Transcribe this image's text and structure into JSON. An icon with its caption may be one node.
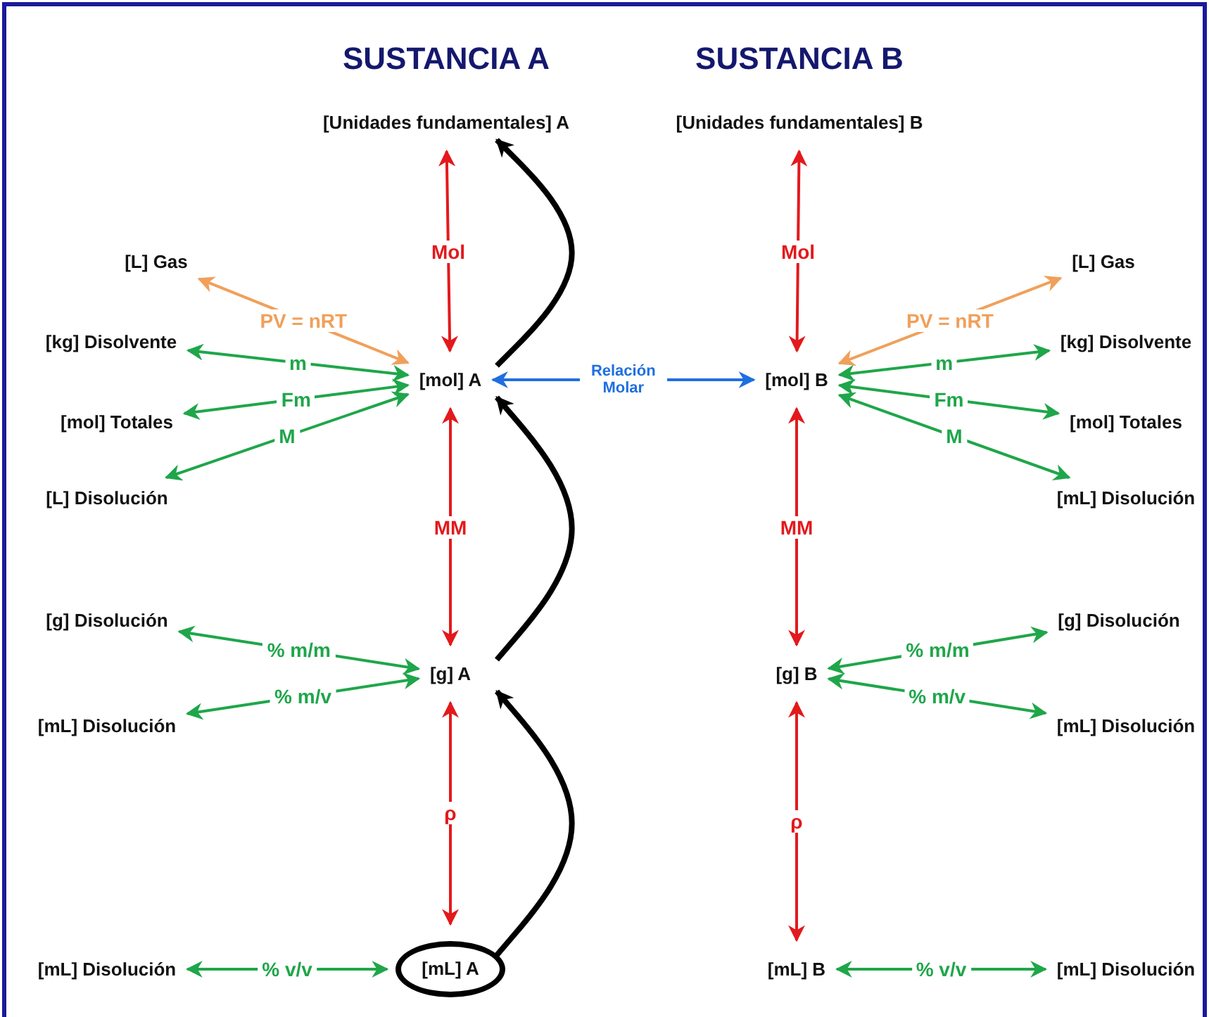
{
  "diagram": {
    "nodes": [
      {
        "text": [
          "[Unidades fundamentales] A"
        ]
      },
      {
        "text": [
          "[Unidades fundamentales] B"
        ]
      },
      {
        "text": [
          "[L] Gas"
        ]
      },
      {
        "text": [
          "[kg] Disolvente"
        ]
      },
      {
        "text": [
          "[mol] A"
        ]
      },
      {
        "text": [
          "[mol] B"
        ]
      },
      {
        "text": [
          "[L] Gas"
        ]
      },
      {
        "text": [
          "[kg] Disolvente"
        ]
      },
      {
        "text": [
          "[mol] Totales"
        ]
      },
      {
        "text": [
          "[mol] Totales"
        ]
      },
      {
        "text": [
          "[L] Disolución"
        ]
      },
      {
        "text": [
          "[mL] Disolución"
        ]
      },
      {
        "text": [
          "[g] Disolución"
        ]
      },
      {
        "text": [
          "[g] Disolución"
        ]
      },
      {
        "text": [
          "[g] A"
        ]
      },
      {
        "text": [
          "[g] B"
        ]
      },
      {
        "text": [
          "[mL] Disolución"
        ]
      },
      {
        "text": [
          "[mL] Disolución"
        ]
      },
      {
        "text": [
          "[mL] Disolución"
        ]
      },
      {
        "text": [
          "[mL] A"
        ]
      },
      {
        "text": [
          "[mL] B"
        ]
      },
      {
        "text": [
          "[mL] Disolución"
        ]
      }
    ],
    "edges": [
      {
        "from": 0,
        "to": 4,
        "arrow": "both",
        "label": "Mol",
        "color": "#e3191c"
      },
      {
        "from": 4,
        "to": 14,
        "arrow": "both",
        "label": "MM",
        "color": "#e3191c"
      },
      {
        "from": 14,
        "to": 19,
        "arrow": "both",
        "label": "ρ",
        "color": "#e3191c"
      },
      {
        "from": 1,
        "to": 5,
        "arrow": "both",
        "label": "Mol",
        "color": "#e3191c"
      },
      {
        "from": 5,
        "to": 15,
        "arrow": "both",
        "label": "MM",
        "color": "#e3191c"
      },
      {
        "from": 15,
        "to": 20,
        "arrow": "both",
        "label": "ρ",
        "color": "#e3191c"
      },
      {
        "from": 4,
        "to": 5,
        "arrow": "both",
        "label": "Relación Molar",
        "color": "#1f6fe0"
      },
      {
        "from": 19,
        "to": 14,
        "arrow": "to",
        "style": "thick",
        "color": "#000000"
      },
      {
        "from": 14,
        "to": 4,
        "arrow": "to",
        "style": "thick",
        "color": "#000000"
      },
      {
        "from": 4,
        "to": 0,
        "arrow": "to",
        "style": "thick",
        "color": "#000000"
      },
      {
        "from": 4,
        "to": 2,
        "arrow": "both",
        "label": "PV = nRT",
        "color": "#f0a05a"
      },
      {
        "from": 4,
        "to": 3,
        "arrow": "both",
        "label": "m"
      },
      {
        "from": 4,
        "to": 8,
        "arrow": "both",
        "label": "Fm"
      },
      {
        "from": 4,
        "to": 10,
        "arrow": "both",
        "label": "M"
      },
      {
        "from": 14,
        "to": 12,
        "arrow": "both",
        "label": "% m/m"
      },
      {
        "from": 14,
        "to": 16,
        "arrow": "both",
        "label": "% m/v"
      },
      {
        "from": 19,
        "to": 18,
        "arrow": "both",
        "label": "% v/v"
      },
      {
        "from": 5,
        "to": 6,
        "arrow": "both",
        "label": "PV = nRT",
        "color": "#f0a05a"
      },
      {
        "from": 5,
        "to": 7,
        "arrow": "both",
        "label": "m"
      },
      {
        "from": 5,
        "to": 9,
        "arrow": "both",
        "label": "Fm"
      },
      {
        "from": 5,
        "to": 11,
        "arrow": "both",
        "label": "M"
      },
      {
        "from": 15,
        "to": 13,
        "arrow": "both",
        "label": "% m/m"
      },
      {
        "from": 15,
        "to": 17,
        "arrow": "both",
        "label": "% m/v"
      },
      {
        "from": 20,
        "to": 21,
        "arrow": "both",
        "label": "% v/v"
      }
    ],
    "labels": [
      "SUSTANCIA A",
      "SUSTANCIA B"
    ]
  }
}
